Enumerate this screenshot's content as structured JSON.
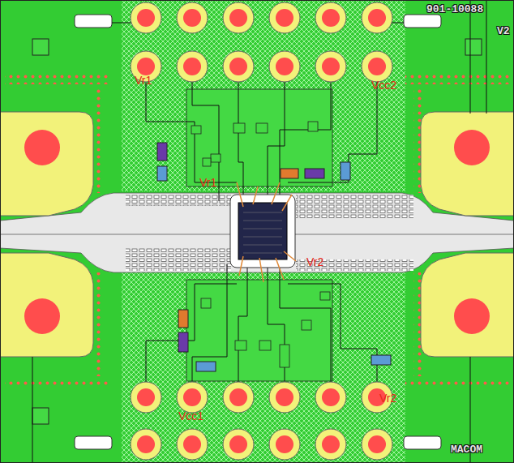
{
  "diagram": {
    "labels": [
      "901-10088",
      "V2",
      "Vr1",
      "Vcc2",
      "Vr1",
      "Vr2",
      "Vcc1",
      "Vr2",
      "MACOM"
    ]
  }
}
